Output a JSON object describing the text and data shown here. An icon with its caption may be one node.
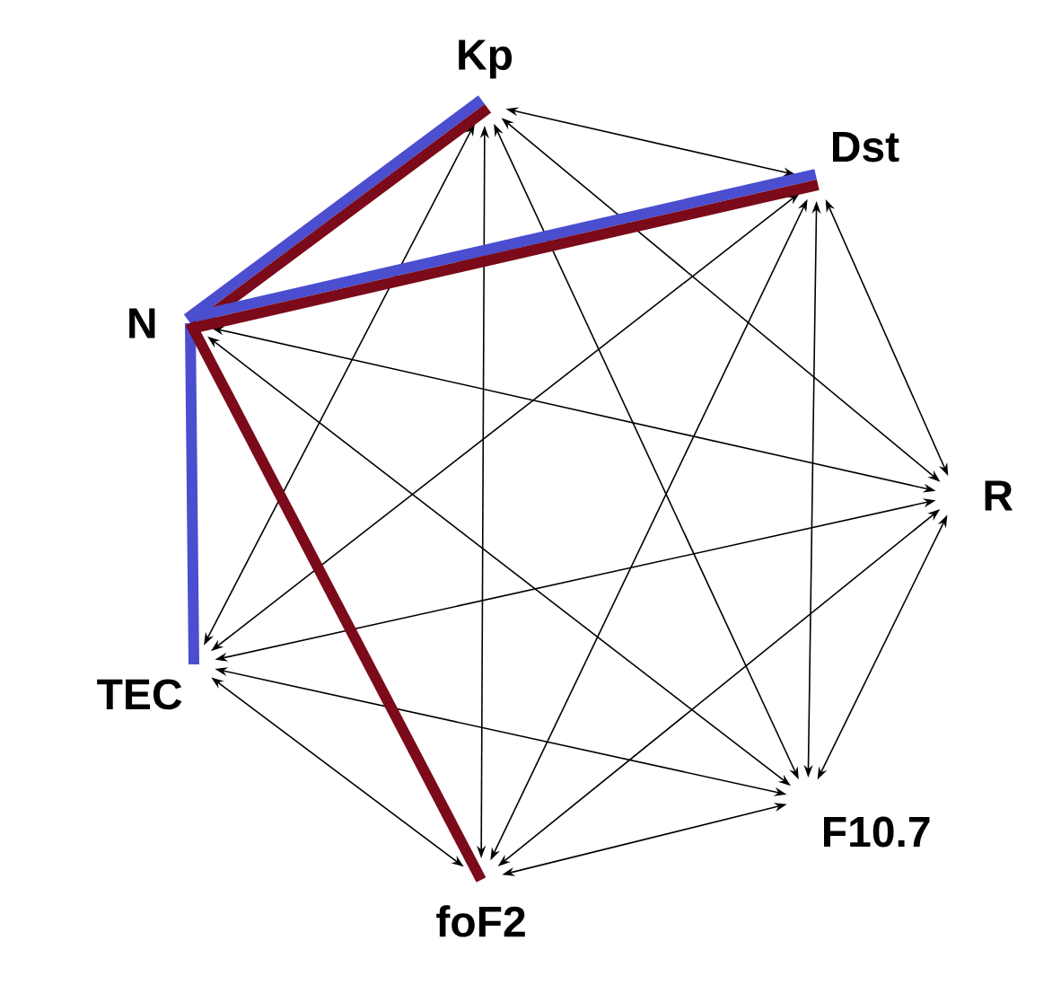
{
  "diagram": {
    "nodes": [
      {
        "text": [
          "Kp"
        ]
      },
      {
        "text": [
          "Dst"
        ]
      },
      {
        "text": [
          "N"
        ]
      },
      {
        "text": [
          "R"
        ]
      },
      {
        "text": [
          "TEC"
        ]
      },
      {
        "text": [
          "F10.7"
        ]
      },
      {
        "text": [
          "foF2"
        ]
      }
    ],
    "edges": [
      {
        "from": 0,
        "to": 1,
        "arrow": "both"
      },
      {
        "from": 0,
        "to": 3,
        "arrow": "both"
      },
      {
        "from": 0,
        "to": 4,
        "arrow": "both"
      },
      {
        "from": 0,
        "to": 5,
        "arrow": "both"
      },
      {
        "from": 0,
        "to": 6,
        "arrow": "both"
      },
      {
        "from": 1,
        "to": 3,
        "arrow": "both"
      },
      {
        "from": 1,
        "to": 4,
        "arrow": "both"
      },
      {
        "from": 1,
        "to": 5,
        "arrow": "both"
      },
      {
        "from": 1,
        "to": 6,
        "arrow": "both"
      },
      {
        "from": 2,
        "to": 3,
        "arrow": "both"
      },
      {
        "from": 2,
        "to": 5,
        "arrow": "both"
      },
      {
        "from": 3,
        "to": 4,
        "arrow": "both"
      },
      {
        "from": 3,
        "to": 5,
        "arrow": "both"
      },
      {
        "from": 3,
        "to": 6,
        "arrow": "both"
      },
      {
        "from": 4,
        "to": 5,
        "arrow": "both"
      },
      {
        "from": 4,
        "to": 6,
        "arrow": "both"
      },
      {
        "from": 5,
        "to": 6,
        "arrow": "both"
      },
      {
        "from": 2,
        "to": 0,
        "arrow": "none",
        "style": "thick",
        "color": "#4a4ecf"
      },
      {
        "from": 2,
        "to": 0,
        "arrow": "none",
        "style": "thick",
        "color": "#7b0a1a"
      },
      {
        "from": 2,
        "to": 1,
        "arrow": "none",
        "style": "thick",
        "color": "#4a4ecf"
      },
      {
        "from": 2,
        "to": 1,
        "arrow": "none",
        "style": "thick",
        "color": "#7b0a1a"
      },
      {
        "from": 2,
        "to": 4,
        "arrow": "none",
        "style": "thick",
        "color": "#4a4ecf"
      },
      {
        "from": 2,
        "to": 6,
        "arrow": "none",
        "style": "thick",
        "color": "#7b0a1a"
      }
    ]
  }
}
